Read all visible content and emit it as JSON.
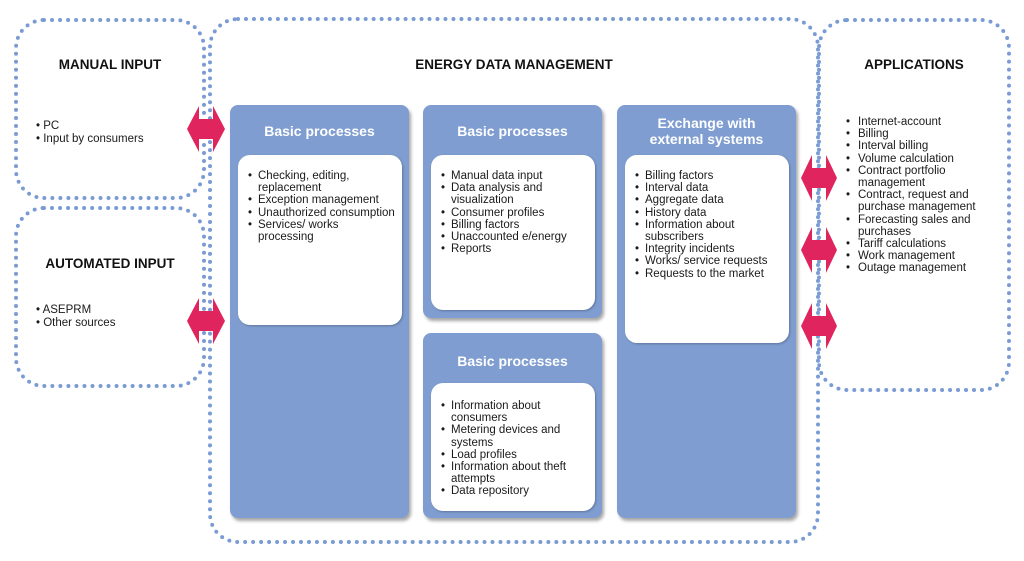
{
  "manual_input": {
    "title": "MANUAL INPUT",
    "items": [
      "PC",
      "Input by consumers"
    ]
  },
  "automated_input": {
    "title": "AUTOMATED INPUT",
    "items": [
      "ASEPRM",
      "Other sources"
    ]
  },
  "edm": {
    "title": "ENERGY DATA MANAGEMENT",
    "panel1": {
      "title": "Basic processes",
      "items": [
        "Checking, editing, replacement",
        "Exception management",
        "Unauthorized consumption",
        "Services/ works processing"
      ]
    },
    "panel2": {
      "title": "Basic processes",
      "items": [
        "Manual data input",
        "Data analysis and visualization",
        "Consumer profiles",
        "Billing factors",
        "Unaccounted e/energy",
        "Reports"
      ]
    },
    "panel3": {
      "title": "Basic processes",
      "items": [
        "Information about consumers",
        "Metering devices and systems",
        "Load profiles",
        "Information about theft attempts",
        "Data repository"
      ]
    },
    "panel4": {
      "title_line1": "Exchange with",
      "title_line2": "external systems",
      "items": [
        "Billing factors",
        "Interval data",
        "Aggregate data",
        "History data",
        "Information about subscribers",
        "Integrity incidents",
        "Works/ service requests",
        "Requests to the market"
      ]
    }
  },
  "applications": {
    "title": "APPLICATIONS",
    "items": [
      "Internet-account",
      "Billing",
      "Interval billing",
      "Volume calculation",
      "Contract portfolio management",
      "Contract, request and purchase management",
      "Forecasting sales and purchases",
      "Tariff calculations",
      "Work management",
      "Outage management"
    ]
  },
  "colors": {
    "panel": "#7f9dd0",
    "dotted_border": "#7b9bd4",
    "arrow": "#e0245e"
  }
}
